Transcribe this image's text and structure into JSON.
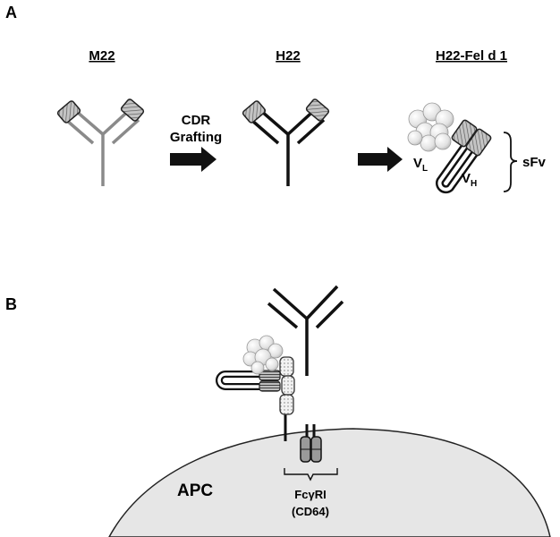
{
  "panel_a": {
    "letter": "A",
    "titles": {
      "m22": "M22",
      "h22": "H22",
      "fusion": "H22-Fel d 1"
    },
    "arrow1_text": {
      "line1": "CDR",
      "line2": "Grafting"
    },
    "vl": {
      "main": "V",
      "sub": "L"
    },
    "vh": {
      "main": "V",
      "sub": "H"
    },
    "sfv": "sFv"
  },
  "panel_b": {
    "letter": "B",
    "cell_label": "APC",
    "receptor": {
      "line1_pre": "Fc",
      "line1_greek": "γ",
      "line1_post": "RI",
      "line2": "(CD64)"
    }
  },
  "colors": {
    "grey_antibody": "#8a8a8a",
    "dark": "#111111",
    "cell_fill": "#e6e6e6",
    "domain_fill": "#b0b0b0"
  }
}
